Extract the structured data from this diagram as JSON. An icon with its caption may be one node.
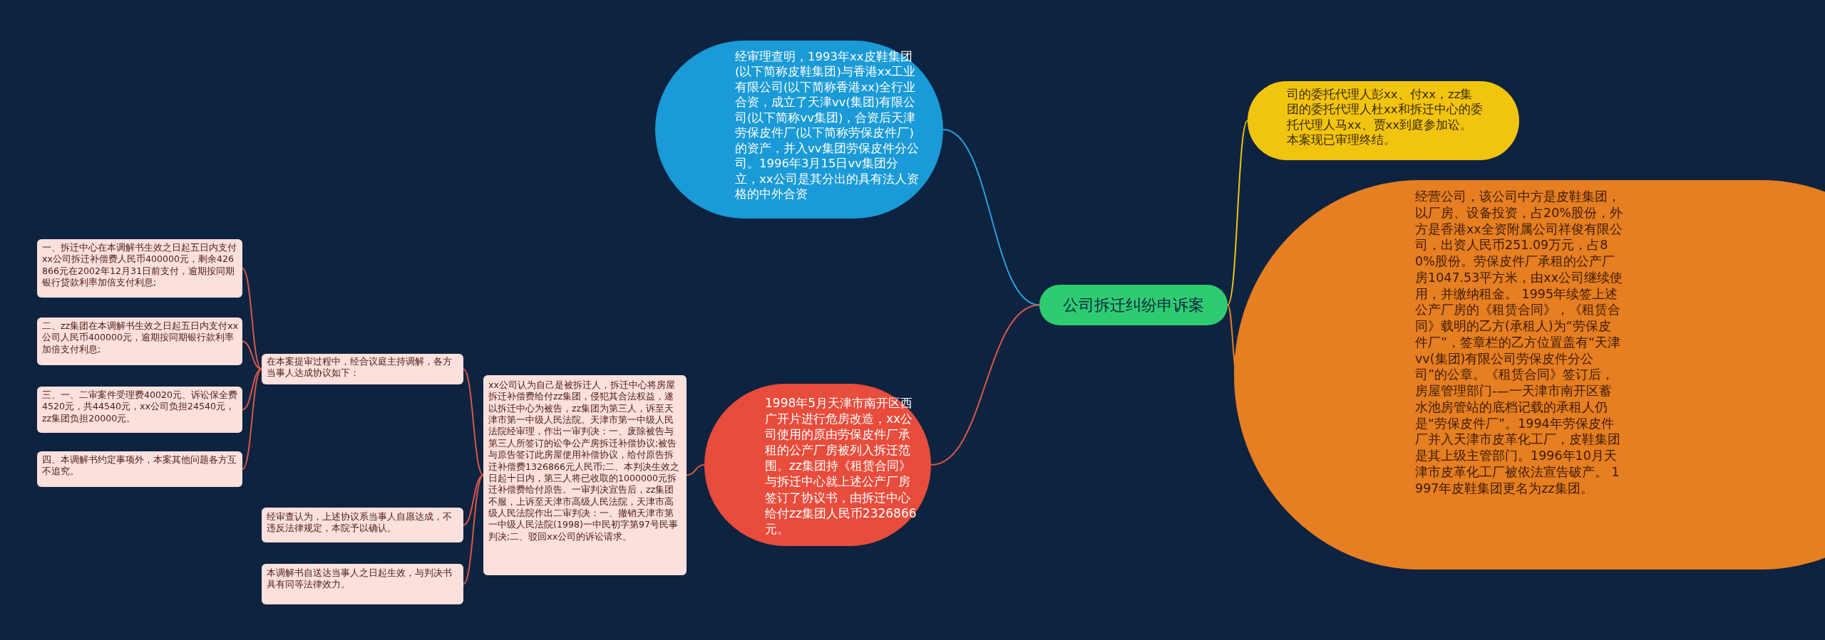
{
  "diagram": {
    "nodes": [
      {
        "text": [
          "公司拆迁纠纷申诉案"
        ]
      },
      {
        "text": [
          "经审理查明，1993年xx皮鞋集团(以下简称皮鞋集团)与香港xx工业有限公司(以下简称香港xx)全行业合资，成立了天津vv(集团)有限公司(以下简称vv集团)，合资后天津劳保皮件厂(以下简称劳保皮件厂)的资产，并入vv集团劳保皮件分公司。1996年3月15日vv集团分立，xx公司是其分出的具有法人资格的中外合资"
        ]
      },
      {
        "text": [
          "司的委托代理人彭xx、付xx，zz集团的委托代理人杜xx和拆迁中心的委托代理人马xx、贾xx到庭参加讼。本案现已审理终结。"
        ]
      },
      {
        "text": [
          "经营公司，该公司中方是皮鞋集团，以厂房、设备投资，占20%股份，外方是香港xx全资附属公司祥俊有限公司，出资人民币251.09万元，占80%股份。劳保皮件厂承租的公产厂房1047.53平方米，由xx公司继续使用，并缴纳租金。 1995年续签上述公产厂房的《租赁合同》，《租赁合同》载明的乙方(承租人)为“劳保皮件厂”，签章栏的乙方位置盖有“天津vv(集团)有限公司劳保皮件分公司”的公章。《租赁合同》签订后，房屋管理部门-—一天津市南开区蓄水池房管站的底档记载的承租人仍是“劳保皮件厂”。1994年劳保皮件厂并入天津市皮革化工厂，皮鞋集团是其上级主管部门。1996年10月天津市皮革化工厂被依法宣告破产。 1997年皮鞋集团更名为zz集团。"
        ]
      },
      {
        "text": [
          "1998年5月天津市南开区西广开片进行危房改造，xx公司使用的原由劳保皮件厂承租的公产厂房被列入拆迁范围。zz集团持《租赁合同》与拆迁中心就上述公产厂房签订了协议书，由拆迁中心给付zz集团人民币2326866元。"
        ]
      },
      {
        "text": [
          "xx公司认为自己是被拆迁人，拆迁中心将房屋拆迁补偿费给付zz集团，侵犯其合法权益，遂以拆迁中心为被告，zz集团为第三人，诉至天津市第一中级人民法院。天津市第一中级人民法院经审理，作出一审判决：一、废除被告与第三人所签订的讼争公产房拆迁补偿协议;被告与原告签订此房屋使用补偿协议，给付原告拆迁补偿费1326866元人民币;二、本判决生效之日起十日内，第三人将已收取的1000000元拆迁补偿费给付原告。一审判决宣告后，zz集团不服，上诉至天津市高级人民法院，天津市高级人民法院作出二审判决：一、撤销天津市第一中级人民法院(1998)一中民初字第97号民事判决;二、驳回xx公司的诉讼请求。"
        ]
      },
      {
        "text": [
          "在本案提审过程中，经合议庭主持调解，各方当事人达成协议如下："
        ]
      },
      {
        "text": [
          "一、拆迁中心在本调解书生效之日起五日内支付xx公司拆迁补偿费人民币400000元，剩余426866元在2002年12月31日前支付，逾期按同期银行贷款利率加倍支付利息;"
        ]
      },
      {
        "text": [
          "二、zz集团在本调解书生效之日起五日内支付xx公司人民币400000元，逾期按同期银行款利率加倍支付利息;"
        ]
      },
      {
        "text": [
          "三、一、二审案件受理费40020元、诉讼保全费4520元，共44540元，xx公司负担24540元，zz集团负担20000元。"
        ]
      },
      {
        "text": [
          "四、本调解书约定事项外，本案其他问题各方互不追究。"
        ]
      },
      {
        "text": [
          "经审查认为，上述协议系当事人自愿达成，不违反法律规定，本院予以确认。"
        ]
      },
      {
        "text": [
          "本调解书自送达当事人之日起生效，与判决书具有同等法律效力。"
        ]
      }
    ],
    "edges": [
      {
        "from": 0,
        "to": 1,
        "arrow": "none",
        "color": "#2a9fd8"
      },
      {
        "from": 0,
        "to": 2,
        "arrow": "none",
        "color": "#f1c40f"
      },
      {
        "from": 0,
        "to": 3,
        "arrow": "none",
        "color": "#e67e22"
      },
      {
        "from": 0,
        "to": 4,
        "arrow": "none"
      },
      {
        "from": 4,
        "to": 5,
        "arrow": "none"
      },
      {
        "from": 5,
        "to": 6,
        "arrow": "none"
      },
      {
        "from": 5,
        "to": 11,
        "arrow": "none"
      },
      {
        "from": 5,
        "to": 12,
        "arrow": "none"
      },
      {
        "from": 6,
        "to": 7,
        "arrow": "none"
      },
      {
        "from": 6,
        "to": 8,
        "arrow": "none"
      },
      {
        "from": 6,
        "to": 9,
        "arrow": "none"
      },
      {
        "from": 6,
        "to": 10,
        "arrow": "none"
      }
    ]
  }
}
